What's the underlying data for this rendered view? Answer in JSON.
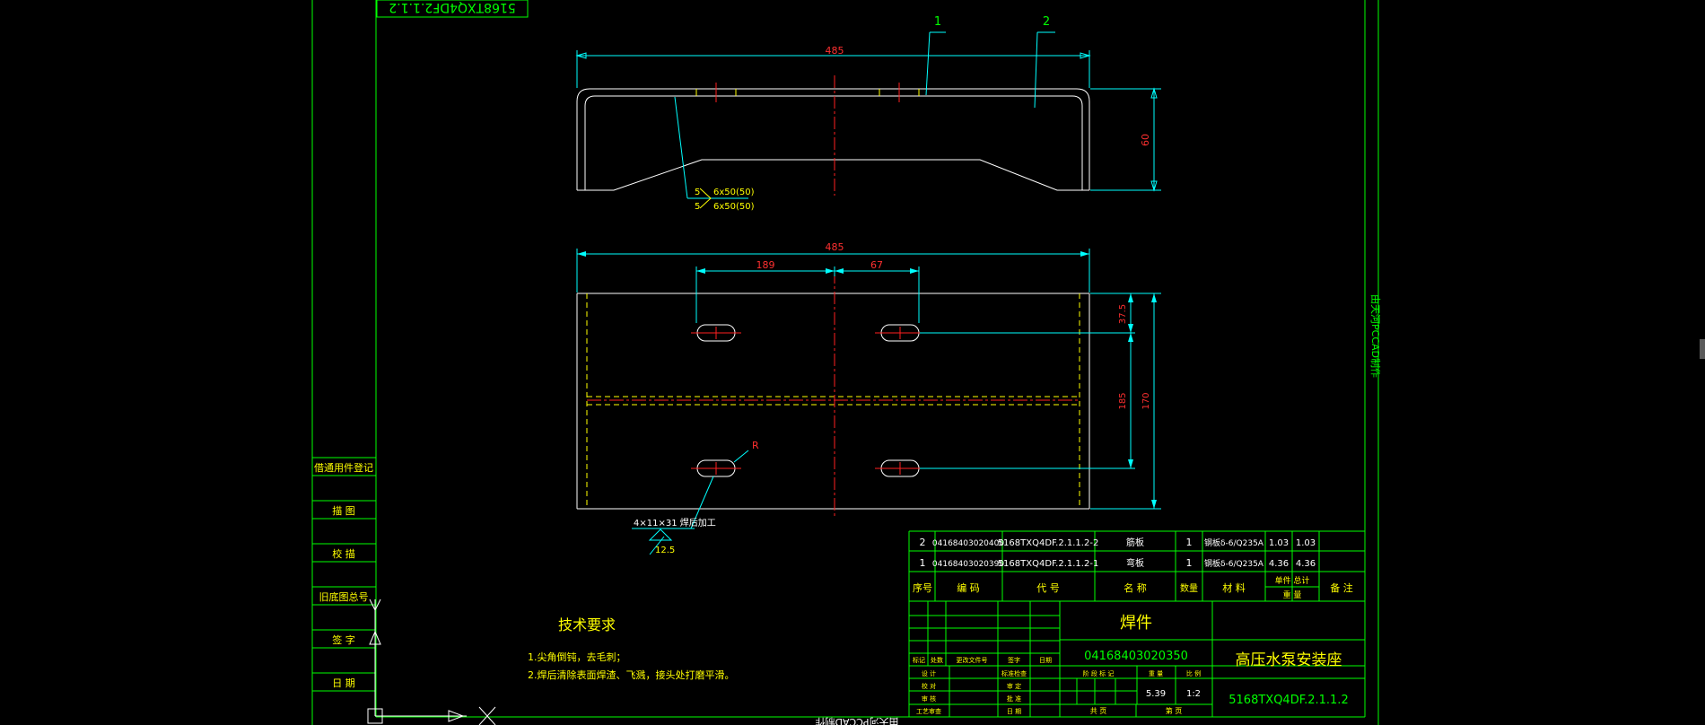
{
  "border": {
    "top_left_stamp": "5168TXQ4DF2.1.1.2",
    "right_vertical_note": "由天河PCCAD制作",
    "bottom_vertical_note": "由天河PCCAD制作"
  },
  "left_stamp_labels": [
    "借通用件登记",
    "描 图",
    "校 描",
    "旧底图总号",
    "签 字",
    "日 期"
  ],
  "view_front": {
    "dim_length": "485",
    "dim_height": "60",
    "balloon_1": "1",
    "balloon_2": "2",
    "weld_top_num": "5",
    "weld_top_spec": "6x50(50)",
    "weld_bot_num": "5",
    "weld_bot_spec": "6x50(50)"
  },
  "view_top": {
    "dim_length": "485",
    "dim_left": "189",
    "dim_right": "67",
    "dim_top_edge": "37.5",
    "dim_hole_spacing": "185",
    "dim_width": "170",
    "radius_label": "R",
    "hole_note": "4×11×31 焊后加工",
    "roughness": "12.5"
  },
  "tech_req": {
    "title": "技术要求",
    "lines": [
      "1.尖角倒钝，去毛刺；",
      "2.焊后清除表面焊渣、飞溅，接头处打磨平滑。"
    ]
  },
  "bom": {
    "rows": [
      [
        "2",
        "04168403020400",
        "5168TXQ4DF.2.1.1.2-2",
        "筋板",
        "1",
        "钢板δ-6/Q235A",
        "1.03",
        "1.03"
      ],
      [
        "1",
        "04168403020390",
        "5168TXQ4DF.2.1.1.2-1",
        "弯板",
        "1",
        "钢板δ-6/Q235A",
        "4.36",
        "4.36"
      ]
    ],
    "headers": [
      "序号",
      "编 码",
      "代 号",
      "名 称",
      "数量",
      "材 料",
      "单件",
      "总计",
      "备 注"
    ],
    "weight_header_top": "单件 总计",
    "weight_header_bottom": "重 量"
  },
  "title_block": {
    "part_name": "焊件",
    "part_code": "04168403020350",
    "product_name": "高压水泵安装座",
    "drawing_no": "5168TXQ4DF.2.1.1.2",
    "weight_value": "5.39",
    "scale_value": "1:2",
    "rev_labels": [
      "标记",
      "处数",
      "更改文件号",
      "签字",
      "日期"
    ],
    "sign_labels_left": [
      "设 计",
      "校 对",
      "审 核",
      "工艺审查"
    ],
    "sign_labels_right": [
      "标准检查",
      "审 定",
      "批 准",
      "日 期"
    ],
    "stage_labels": [
      "阶 段 标 记",
      "重 量",
      "比 例"
    ],
    "sheet_labels": [
      "共 页",
      "第 页"
    ]
  }
}
